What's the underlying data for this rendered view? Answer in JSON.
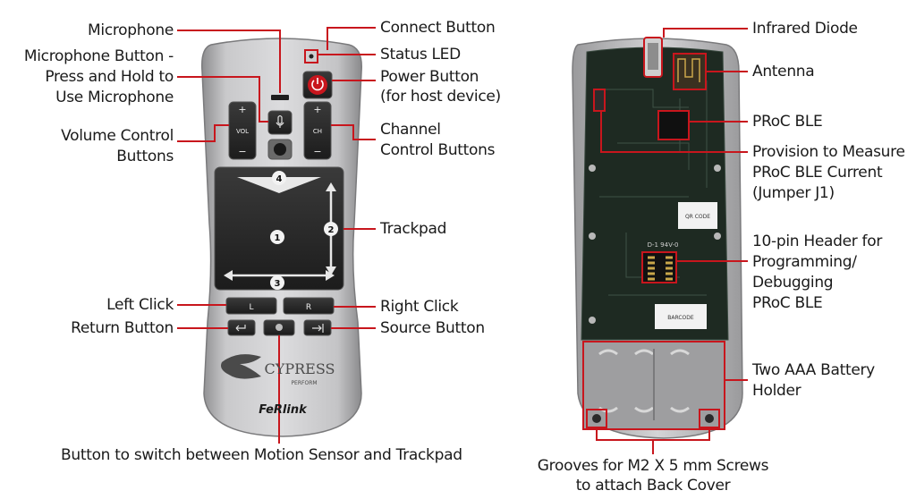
{
  "callouts": {
    "microphone": "Microphone",
    "mic_button_1": "Microphone Button -",
    "mic_button_2": "Press and Hold to",
    "mic_button_3": "Use Microphone",
    "volume_1": "Volume Control",
    "volume_2": "Buttons",
    "connect": "Connect Button",
    "status_led": "Status LED",
    "power_1": "Power Button",
    "power_2": "(for host device)",
    "channel_1": "Channel",
    "channel_2": "Control Buttons",
    "trackpad": "Trackpad",
    "left_click": "Left Click",
    "return": "Return Button",
    "right_click": "Right Click",
    "source": "Source Button",
    "switch_button": "Button to switch between Motion Sensor and Trackpad",
    "infrared": "Infrared Diode",
    "antenna": "Antenna",
    "proc": "PRoC BLE",
    "provision_1": "Provision to Measure",
    "provision_2": "PRoC BLE Current",
    "provision_3": "(Jumper J1)",
    "header_1": "10-pin Header for",
    "header_2": "Programming/",
    "header_3": "Debugging",
    "header_4": "PRoC BLE",
    "battery_1": "Two AAA Battery",
    "battery_2": "Holder",
    "grooves_1": "Grooves for M2 X 5 mm Screws",
    "grooves_2": "to attach Back Cover"
  },
  "remote": {
    "vol": "VOL",
    "ch": "CH",
    "plus": "+",
    "minus": "−",
    "left": "L",
    "right": "R",
    "pad_1": "1",
    "pad_2": "2",
    "pad_3": "3",
    "pad_4": "4",
    "brand": "CYPRESS",
    "brand_sub": "PERFORM",
    "logo2": "FeRlink"
  },
  "pcb": {
    "qr": "QR CODE",
    "barcode": "BARCODE",
    "board_mark": "D-1 94V-0"
  },
  "colors": {
    "leader": "#c8161d",
    "text": "#1a1a1a",
    "remote_body": "#b9b9bb",
    "remote_face": "#2a2a2a",
    "pcb": "#1e2a22"
  }
}
